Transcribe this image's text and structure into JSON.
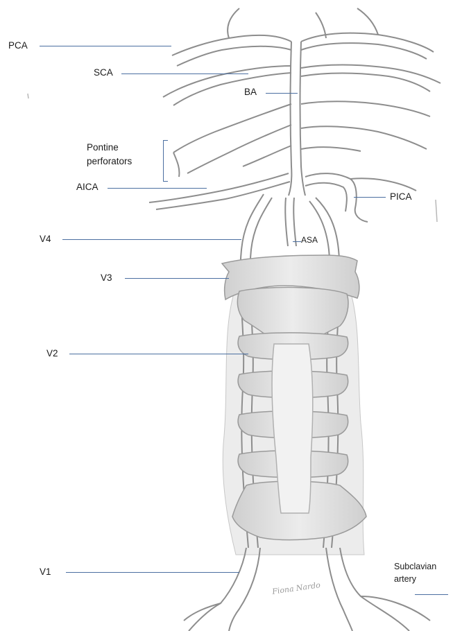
{
  "diagram": {
    "labels": {
      "pca": "PCA",
      "sca": "SCA",
      "ba": "BA",
      "pontine_line1": "Pontine",
      "pontine_line2": "perforators",
      "aica": "AICA",
      "pica": "PICA",
      "v4": "V4",
      "asa": "ASA",
      "v3": "V3",
      "v2": "V2",
      "v1": "V1",
      "subclavian_line1": "Subclavian",
      "subclavian_line2": "artery"
    },
    "signature": "Fiona Nardo",
    "colors": {
      "leader_line": "#4a6ea0",
      "pencil_stroke": "#8d8d8d",
      "bone_fill": "#dedede"
    }
  }
}
